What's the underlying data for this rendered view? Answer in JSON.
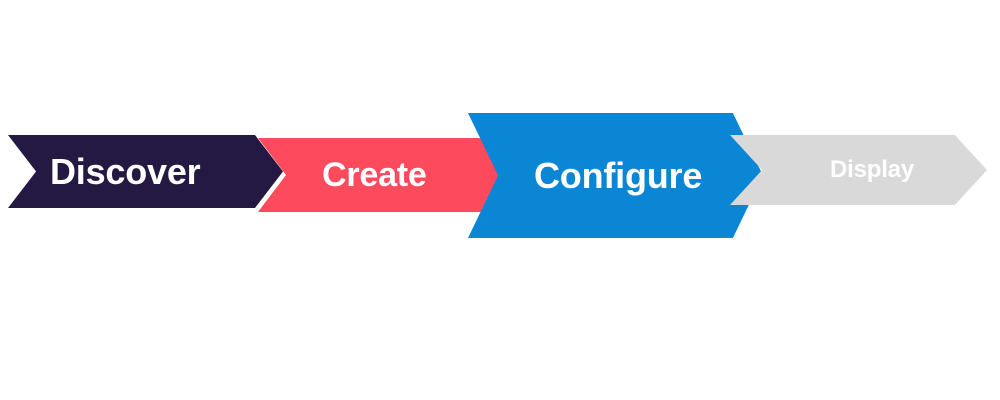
{
  "diagram": {
    "type": "process-chevron-flow",
    "background_color": "#ffffff",
    "direction": "left-to-right",
    "steps": [
      {
        "id": "discover",
        "label": "Discover",
        "color": "#231942",
        "text_color": "#ffffff",
        "state": "completed",
        "order": 1
      },
      {
        "id": "create",
        "label": "Create",
        "color": "#FD4A5C",
        "text_color": "#ffffff",
        "state": "completed",
        "order": 2
      },
      {
        "id": "configure",
        "label": "Configure",
        "color": "#0B86D4",
        "text_color": "#ffffff",
        "state": "active",
        "order": 3
      },
      {
        "id": "display",
        "label": "Display",
        "color": "#D9D9D9",
        "text_color": "#ffffff",
        "state": "upcoming",
        "order": 4
      }
    ]
  }
}
